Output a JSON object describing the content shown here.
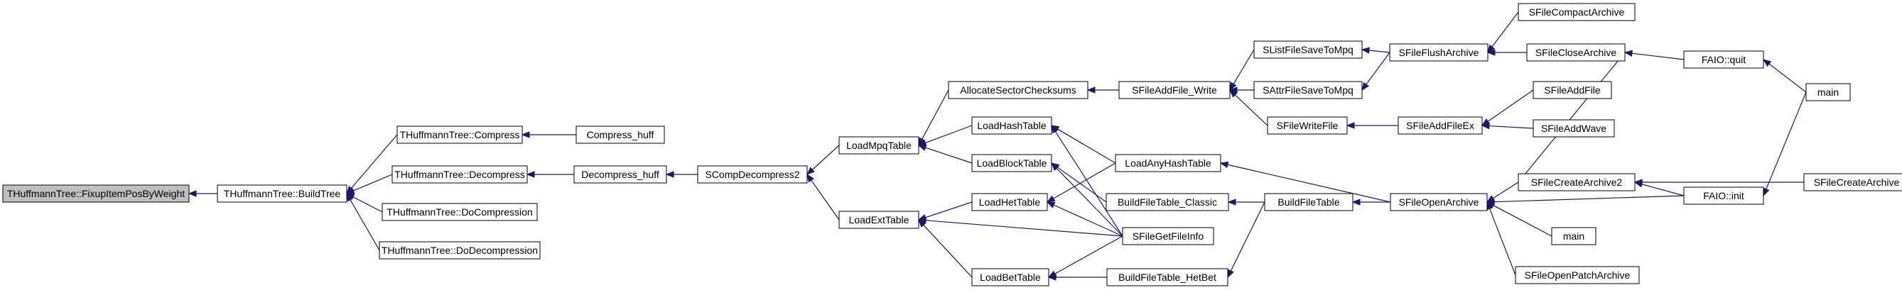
{
  "nodes": [
    {
      "id": "fixup",
      "label": "THuffmannTree::FixupItemPosByWeight",
      "root": true
    },
    {
      "id": "buildtree",
      "label": "THuffmannTree::BuildTree"
    },
    {
      "id": "compress",
      "label": "THuffmannTree::Compress"
    },
    {
      "id": "decompress",
      "label": "THuffmannTree::Decompress"
    },
    {
      "id": "docompression",
      "label": "THuffmannTree::DoCompression"
    },
    {
      "id": "dodecompression",
      "label": "THuffmannTree::DoDecompression"
    },
    {
      "id": "compress_huff",
      "label": "Compress_huff"
    },
    {
      "id": "decompress_huff",
      "label": "Decompress_huff"
    },
    {
      "id": "scompdecompress2",
      "label": "SCompDecompress2"
    },
    {
      "id": "loadmpqtable",
      "label": "LoadMpqTable"
    },
    {
      "id": "loadexttable",
      "label": "LoadExtTable"
    },
    {
      "id": "allocatesector",
      "label": "AllocateSectorChecksums"
    },
    {
      "id": "loadhashtable",
      "label": "LoadHashTable"
    },
    {
      "id": "loadblocktable",
      "label": "LoadBlockTable"
    },
    {
      "id": "loadhettable",
      "label": "LoadHetTable"
    },
    {
      "id": "loadbettable",
      "label": "LoadBetTable"
    },
    {
      "id": "sfileaddfile_write",
      "label": "SFileAddFile_Write"
    },
    {
      "id": "loadanyhashtable",
      "label": "LoadAnyHashTable"
    },
    {
      "id": "buildfiletable_classic",
      "label": "BuildFileTable_Classic"
    },
    {
      "id": "sfilegetfileinfo",
      "label": "SFileGetFileInfo"
    },
    {
      "id": "buildfiletable_hetbet",
      "label": "BuildFileTable_HetBet"
    },
    {
      "id": "slistfilesave",
      "label": "SListFileSaveToMpq"
    },
    {
      "id": "sattrfilesave",
      "label": "SAttrFileSaveToMpq"
    },
    {
      "id": "sfilewritefile",
      "label": "SFileWriteFile"
    },
    {
      "id": "buildfiletable",
      "label": "BuildFileTable"
    },
    {
      "id": "sfileflusharchive",
      "label": "SFileFlushArchive"
    },
    {
      "id": "sfileaddfileex",
      "label": "SFileAddFileEx"
    },
    {
      "id": "sfileopenarchive",
      "label": "SFileOpenArchive"
    },
    {
      "id": "sfilecompactarchive",
      "label": "SFileCompactArchive"
    },
    {
      "id": "sfileclosearchive",
      "label": "SFileCloseArchive"
    },
    {
      "id": "sfileaddfile",
      "label": "SFileAddFile"
    },
    {
      "id": "sfileaddwave",
      "label": "SFileAddWave"
    },
    {
      "id": "sfilecreatearchive2",
      "label": "SFileCreateArchive2"
    },
    {
      "id": "main1",
      "label": "main"
    },
    {
      "id": "sfileopenpatcharchive",
      "label": "SFileOpenPatchArchive"
    },
    {
      "id": "faio_quit",
      "label": "FAIO::quit"
    },
    {
      "id": "faio_init",
      "label": "FAIO::init"
    },
    {
      "id": "sfilecreatearchive",
      "label": "SFileCreateArchive"
    },
    {
      "id": "main2",
      "label": "main"
    }
  ],
  "edges": [
    [
      "buildtree",
      "fixup"
    ],
    [
      "compress",
      "buildtree"
    ],
    [
      "decompress",
      "buildtree"
    ],
    [
      "docompression",
      "buildtree"
    ],
    [
      "dodecompression",
      "buildtree"
    ],
    [
      "compress_huff",
      "compress"
    ],
    [
      "decompress_huff",
      "decompress"
    ],
    [
      "scompdecompress2",
      "decompress_huff"
    ],
    [
      "loadmpqtable",
      "scompdecompress2"
    ],
    [
      "loadexttable",
      "scompdecompress2"
    ],
    [
      "allocatesector",
      "loadmpqtable"
    ],
    [
      "loadhashtable",
      "loadmpqtable"
    ],
    [
      "loadblocktable",
      "loadmpqtable"
    ],
    [
      "loadhettable",
      "loadexttable"
    ],
    [
      "loadbettable",
      "loadexttable"
    ],
    [
      "sfilegetfileinfo",
      "loadexttable"
    ],
    [
      "sfileaddfile_write",
      "allocatesector"
    ],
    [
      "loadanyhashtable",
      "loadhashtable"
    ],
    [
      "sfilegetfileinfo",
      "loadhashtable"
    ],
    [
      "buildfiletable_classic",
      "loadblocktable"
    ],
    [
      "sfilegetfileinfo",
      "loadblocktable"
    ],
    [
      "loadanyhashtable",
      "loadhettable"
    ],
    [
      "sfilegetfileinfo",
      "loadhettable"
    ],
    [
      "buildfiletable_hetbet",
      "loadbettable"
    ],
    [
      "sfilegetfileinfo",
      "loadbettable"
    ],
    [
      "slistfilesave",
      "sfileaddfile_write"
    ],
    [
      "sattrfilesave",
      "sfileaddfile_write"
    ],
    [
      "sfilewritefile",
      "sfileaddfile_write"
    ],
    [
      "sfileopenarchive",
      "loadanyhashtable"
    ],
    [
      "buildfiletable",
      "buildfiletable_classic"
    ],
    [
      "buildfiletable",
      "buildfiletable_hetbet"
    ],
    [
      "sfileflusharchive",
      "slistfilesave"
    ],
    [
      "sfileflusharchive",
      "sattrfilesave"
    ],
    [
      "sfileaddfileex",
      "sfilewritefile"
    ],
    [
      "sfileopenarchive",
      "buildfiletable"
    ],
    [
      "sfilecompactarchive",
      "sfileflusharchive"
    ],
    [
      "sfileclosearchive",
      "sfileflusharchive"
    ],
    [
      "sfileaddfile",
      "sfileaddfileex"
    ],
    [
      "sfileaddwave",
      "sfileaddfileex"
    ],
    [
      "sfilecreatearchive2",
      "sfileopenarchive"
    ],
    [
      "faio_init",
      "sfileopenarchive"
    ],
    [
      "main1",
      "sfileopenarchive"
    ],
    [
      "sfileopenpatcharchive",
      "sfileopenarchive"
    ],
    [
      "faio_quit",
      "sfileclosearchive"
    ],
    [
      "sfilecreatearchive2",
      "sfileclosearchive"
    ],
    [
      "sfilecreatearchive",
      "sfilecreatearchive2"
    ],
    [
      "faio_init",
      "sfilecreatearchive2"
    ],
    [
      "main2",
      "faio_quit"
    ],
    [
      "main2",
      "faio_init"
    ]
  ]
}
